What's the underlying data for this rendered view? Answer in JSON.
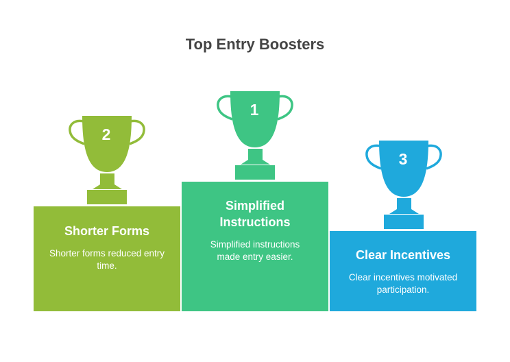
{
  "title": "Top Entry Boosters",
  "colors": {
    "second": "#92BC39",
    "first": "#3EC584",
    "third": "#1FA9DC"
  },
  "items": [
    {
      "rank": "2",
      "heading": "Shorter Forms",
      "text": "Shorter forms reduced entry time."
    },
    {
      "rank": "1",
      "heading": "Simplified Instructions",
      "text": "Simplified instructions made entry easier."
    },
    {
      "rank": "3",
      "heading": "Clear Incentives",
      "text": "Clear incentives motivated participation."
    }
  ]
}
